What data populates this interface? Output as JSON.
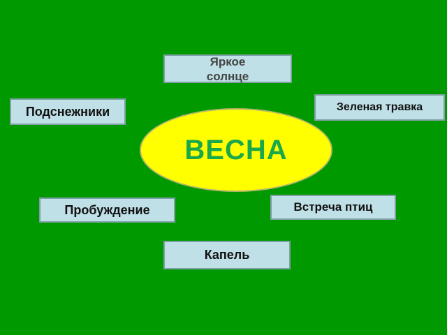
{
  "center": "ВЕСНА",
  "items": [
    "Яркое солнце",
    "Подснежники",
    "Зеленая травка",
    "Пробуждение",
    "Встреча птиц",
    "Капель"
  ],
  "colors": {
    "background": "#009a00",
    "ellipse": "#ffff00",
    "center_text": "#1aa84a",
    "box": "#bfe0e6"
  }
}
